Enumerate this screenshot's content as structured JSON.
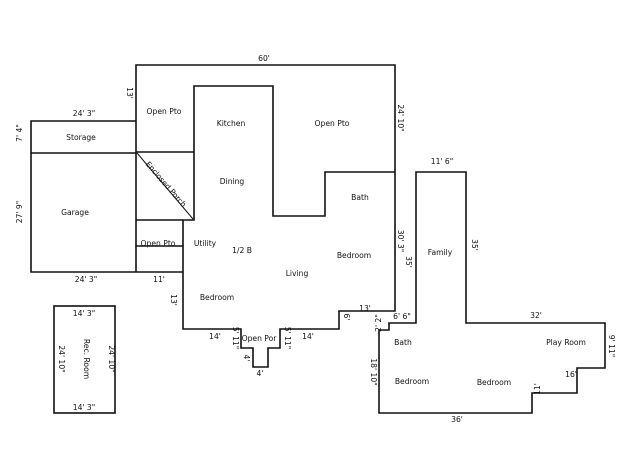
{
  "rooms": {
    "open_pto_top": "Open Pto",
    "kitchen": "Kitchen",
    "open_pto_right": "Open Pto",
    "storage": "Storage",
    "enclosed_porch": "Enclosed Porch",
    "dining": "Dining",
    "bath_main": "Bath",
    "garage": "Garage",
    "open_pto_small": "Open Pto",
    "utility": "Utility",
    "half_bath": "1/2 B",
    "bedroom_main_right": "Bedroom",
    "living": "Living",
    "bedroom_main_left": "Bedroom",
    "open_por": "Open Por",
    "rec_room": "Rec. Room",
    "family": "Family",
    "bath_wing": "Bath",
    "play_room": "Play Room",
    "bedroom_wing_left": "Bedroom",
    "bedroom_wing_right": "Bedroom"
  },
  "dimensions": {
    "main_top": "60'",
    "main_right_upper": "24' 10\"",
    "main_left_offset": "13'",
    "storage_top": "24' 3\"",
    "storage_side": "7' 4\"",
    "garage_side": "27' 9\"",
    "garage_bottom": "24' 3\"",
    "open_pto_bottom": "11'",
    "main_right_lower": "30' 3\"",
    "living_left": "13'",
    "living_step_bottom": "13'",
    "living_step_side": "6'",
    "bottom_left": "14'",
    "porch_left_drop": "5' 11\"",
    "porch_right_drop": "5' 11\"",
    "porch_inner_left": "4'",
    "porch_bottom": "4'",
    "bottom_right": "14'",
    "rec_top": "14' 3\"",
    "rec_left": "24' 10\"",
    "rec_right": "24' 10\"",
    "rec_bottom": "14' 3\"",
    "family_top": "11' 6\"",
    "family_left": "35'",
    "family_right": "35'",
    "wing_step_top": "6' 6\"",
    "wing_step_small": "2' 2\"",
    "play_top": "32'",
    "play_right": "9' 11\"",
    "wing_left": "18' 10\"",
    "play_bottom": "16'",
    "wing_notch": "11'",
    "wing_bottom": "36'"
  }
}
